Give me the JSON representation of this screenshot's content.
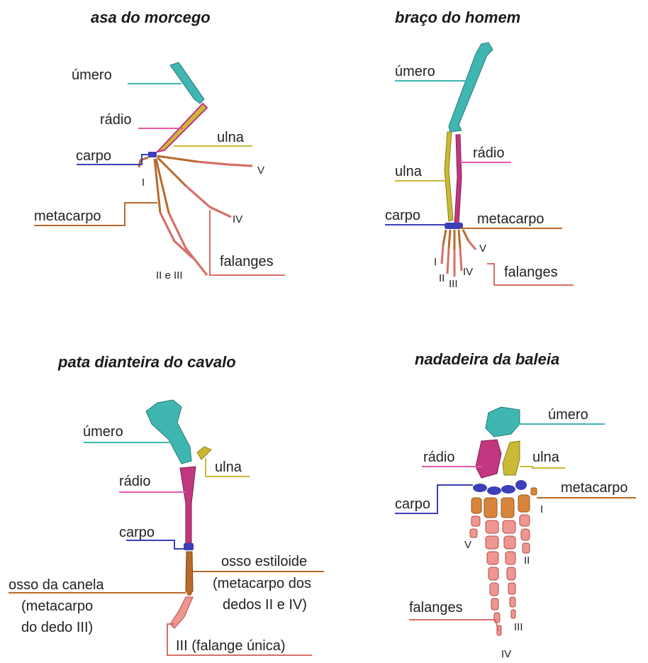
{
  "panels": {
    "bat": {
      "title": "asa do morcego",
      "labels": {
        "umero": "úmero",
        "radio": "rádio",
        "ulna": "ulna",
        "carpo": "carpo",
        "metacarpo": "metacarpo",
        "falanges": "falanges"
      },
      "digits": {
        "i": "I",
        "v": "V",
        "iv": "IV",
        "ii_iii": "II e III"
      }
    },
    "human": {
      "title": "braço do homem",
      "labels": {
        "umero": "úmero",
        "radio": "rádio",
        "ulna": "ulna",
        "carpo": "carpo",
        "metacarpo": "metacarpo",
        "falanges": "falanges"
      },
      "digits": {
        "i": "I",
        "ii": "II",
        "iii": "III",
        "iv": "IV",
        "v": "V"
      }
    },
    "horse": {
      "title": "pata dianteira do cavalo",
      "labels": {
        "umero": "úmero",
        "ulna": "ulna",
        "radio": "rádio",
        "carpo": "carpo",
        "estiloide_1": "osso estiloide",
        "estiloide_2": "(metacarpo dos",
        "estiloide_3": "dedos II e IV)",
        "canela_1": "osso da canela",
        "canela_2": "(metacarpo",
        "canela_3": "do dedo III)",
        "falange_unica": "III (falange única)"
      }
    },
    "whale": {
      "title": "nadadeira da baleia",
      "labels": {
        "umero": "úmero",
        "radio": "rádio",
        "ulna": "ulna",
        "metacarpo": "metacarpo",
        "carpo": "carpo",
        "falanges": "falanges"
      },
      "digits": {
        "i": "I",
        "ii": "II",
        "iii": "III",
        "iv": "IV",
        "v": "V"
      }
    }
  },
  "colors": {
    "umero": "#3fb6b1",
    "radio": "#c2377f",
    "ulna": "#c9b934",
    "carpo": "#3b3fb8",
    "metacarpo": "#b86a2a",
    "falanges": "#d66f6b",
    "falanges_fill": "#ef9690"
  }
}
